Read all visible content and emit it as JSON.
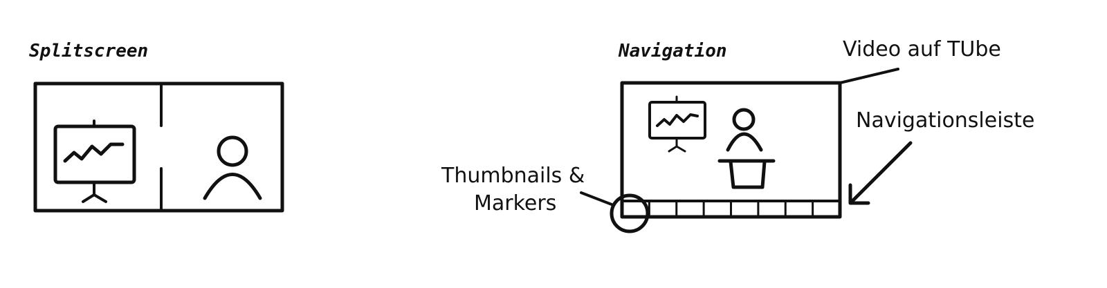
{
  "colors": {
    "ink": "#111111",
    "background": "#ffffff"
  },
  "panels": {
    "splitscreen": {
      "heading": "Splitscreen",
      "icons": [
        "presentation-board-icon",
        "person-icon"
      ]
    },
    "navigation": {
      "heading": "Navigation",
      "icons": [
        "presentation-board-icon",
        "presenter-at-podium-icon"
      ],
      "annotations": {
        "video": "Video auf TUbe",
        "navbar": "Navigationsleiste",
        "thumbnails_line1": "Thumbnails &",
        "thumbnails_line2": "Markers"
      },
      "thumbnail_segments": 8
    }
  }
}
